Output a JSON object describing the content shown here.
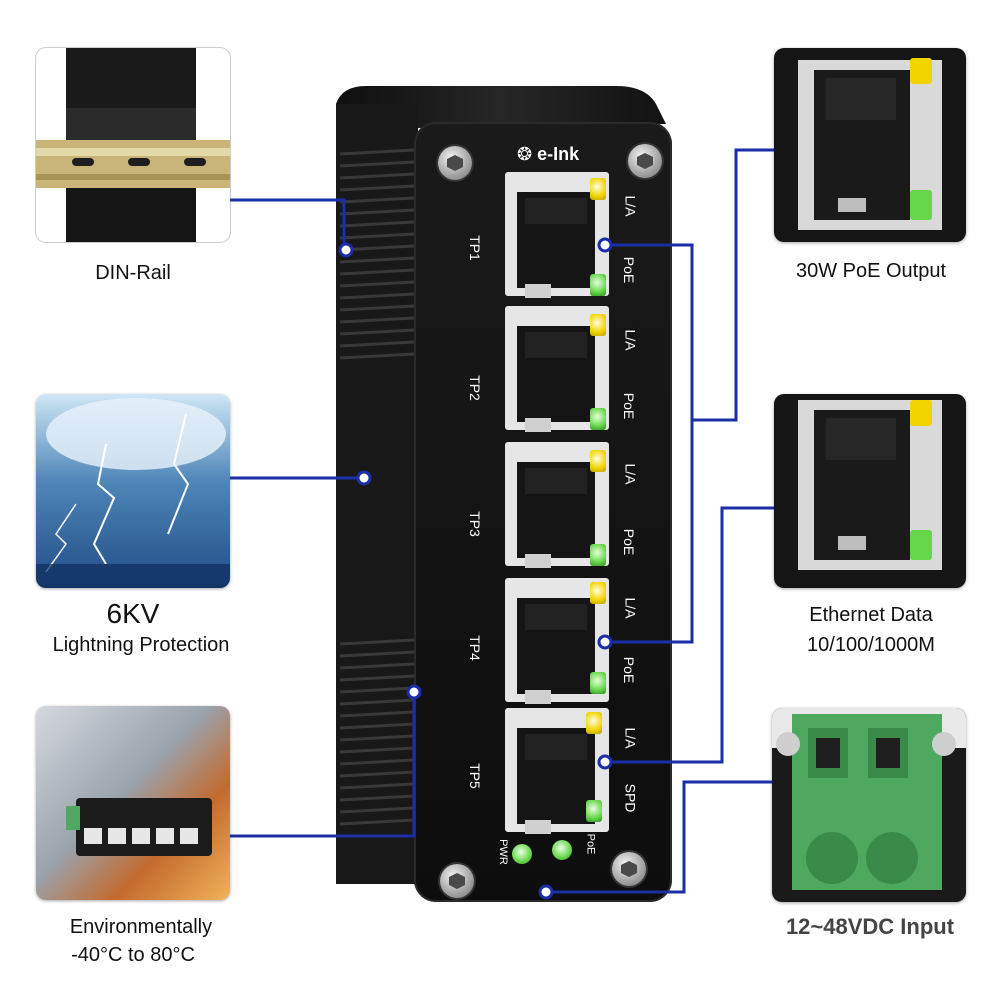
{
  "brand": {
    "logo_text": "e-Ink"
  },
  "device": {
    "ports": [
      {
        "label": "TP1",
        "led_top": "L/A",
        "led_bottom": "PoE"
      },
      {
        "label": "TP2",
        "led_top": "L/A",
        "led_bottom": "PoE"
      },
      {
        "label": "TP3",
        "led_top": "L/A",
        "led_bottom": "PoE"
      },
      {
        "label": "TP4",
        "led_top": "L/A",
        "led_bottom": "PoE"
      },
      {
        "label": "TP5",
        "led_top": "L/A",
        "led_bottom": "SPD"
      }
    ],
    "status_leds": [
      {
        "label": "PWR"
      },
      {
        "label": "PoE"
      }
    ]
  },
  "features_left": {
    "din_rail": {
      "caption": "DIN-Rail"
    },
    "lightning": {
      "caption_big": "6KV",
      "caption": "Lightning Protection"
    },
    "environment": {
      "line1": "Environmentally",
      "line2": "-40°C to 80°C"
    }
  },
  "features_right": {
    "poe_output": {
      "caption": "30W PoE Output"
    },
    "ethernet": {
      "line1": "Ethernet Data",
      "line2": "10/100/1000M"
    },
    "power_input": {
      "caption": "12~48VDC Input"
    }
  },
  "colors": {
    "connector_line": "#1b2ea8",
    "led_yellow": "#f1d400",
    "led_green": "#66d64a",
    "terminal_green": "#4fa860",
    "housing": "#1a1a1a"
  }
}
